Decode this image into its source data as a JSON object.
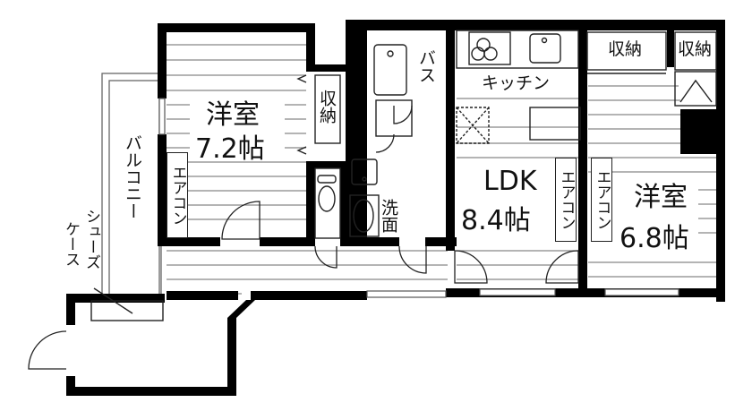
{
  "rooms": {
    "western_room_1": {
      "name": "洋室",
      "size": "7.2帖"
    },
    "western_room_2": {
      "name": "洋室",
      "size": "6.8帖"
    },
    "ldk": {
      "name": "LDK",
      "size": "8.4帖"
    }
  },
  "labels": {
    "storage_1": "収納",
    "storage_2": "収納",
    "storage_3": "収納",
    "bath": "バス",
    "kitchen": "キッチン",
    "washroom": "洗面",
    "balcony": "バルコニー",
    "shoe_case": "シューズケース",
    "shoe_case_line1": "シューズ",
    "shoe_case_line2": "ケース",
    "aircon_1": "エアコン",
    "aircon_2": "エアコン",
    "aircon_3": "エアコン"
  },
  "colors": {
    "wall": "#000000",
    "line": "#777777",
    "background": "#ffffff"
  }
}
